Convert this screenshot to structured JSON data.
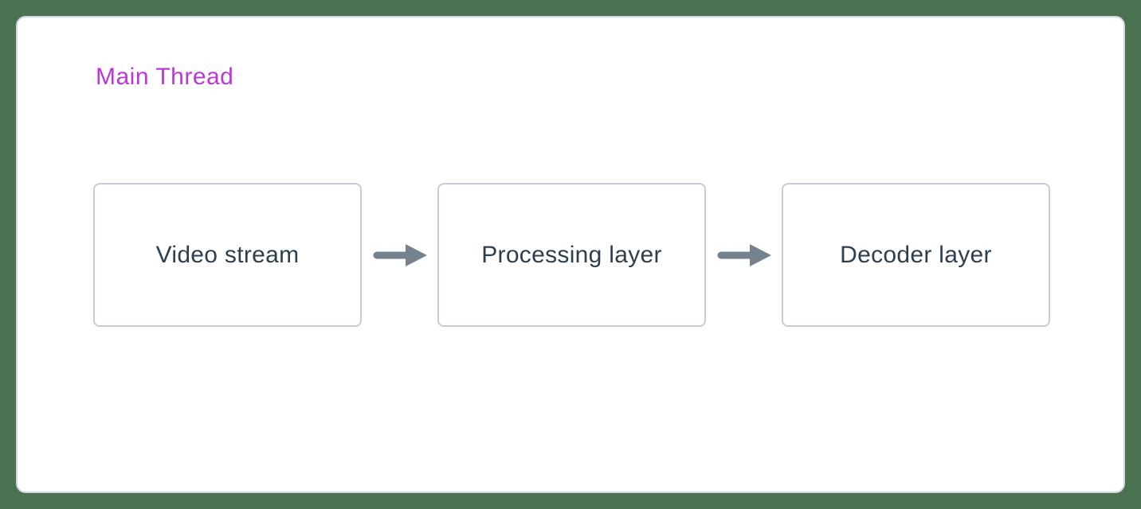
{
  "diagram": {
    "title": "Main Thread",
    "nodes": [
      {
        "label": "Video stream"
      },
      {
        "label": "Processing layer"
      },
      {
        "label": "Decoder layer"
      }
    ],
    "connectors": [
      {
        "from": "Video stream",
        "to": "Processing layer",
        "icon": "arrow-right-icon"
      },
      {
        "from": "Processing layer",
        "to": "Decoder layer",
        "icon": "arrow-right-icon"
      }
    ],
    "colors": {
      "background": "#4a7150",
      "card_background": "#ffffff",
      "card_border": "#ccd5dd",
      "node_border": "#c3cedb",
      "node_text": "#2e3e4d",
      "title": "#bb38d6",
      "arrow": "#74828d"
    }
  }
}
